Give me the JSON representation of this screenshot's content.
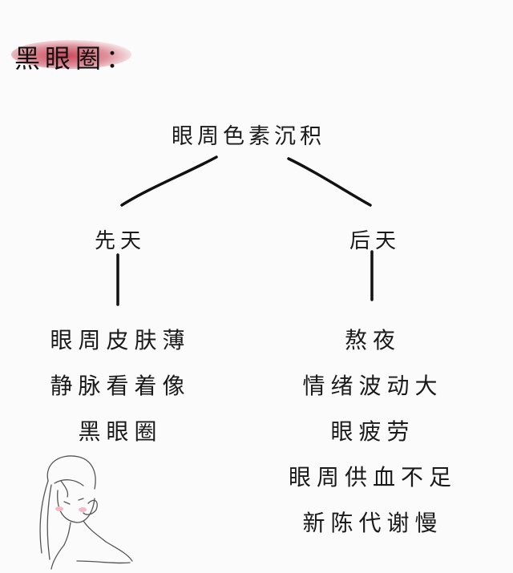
{
  "title": "黑眼圈：",
  "diagram": {
    "root": "眼周色素沉积",
    "left": {
      "label": "先天",
      "items": [
        "眼周皮肤薄",
        "静脉看着像",
        "黑眼圈"
      ]
    },
    "right": {
      "label": "后天",
      "items": [
        "熬夜",
        "情绪波动大",
        "眼疲劳",
        "眼周供血不足",
        "新陈代谢慢"
      ]
    }
  },
  "colors": {
    "highlight": "#c4283c",
    "line": "#111111",
    "background": "#fbfbfb"
  }
}
